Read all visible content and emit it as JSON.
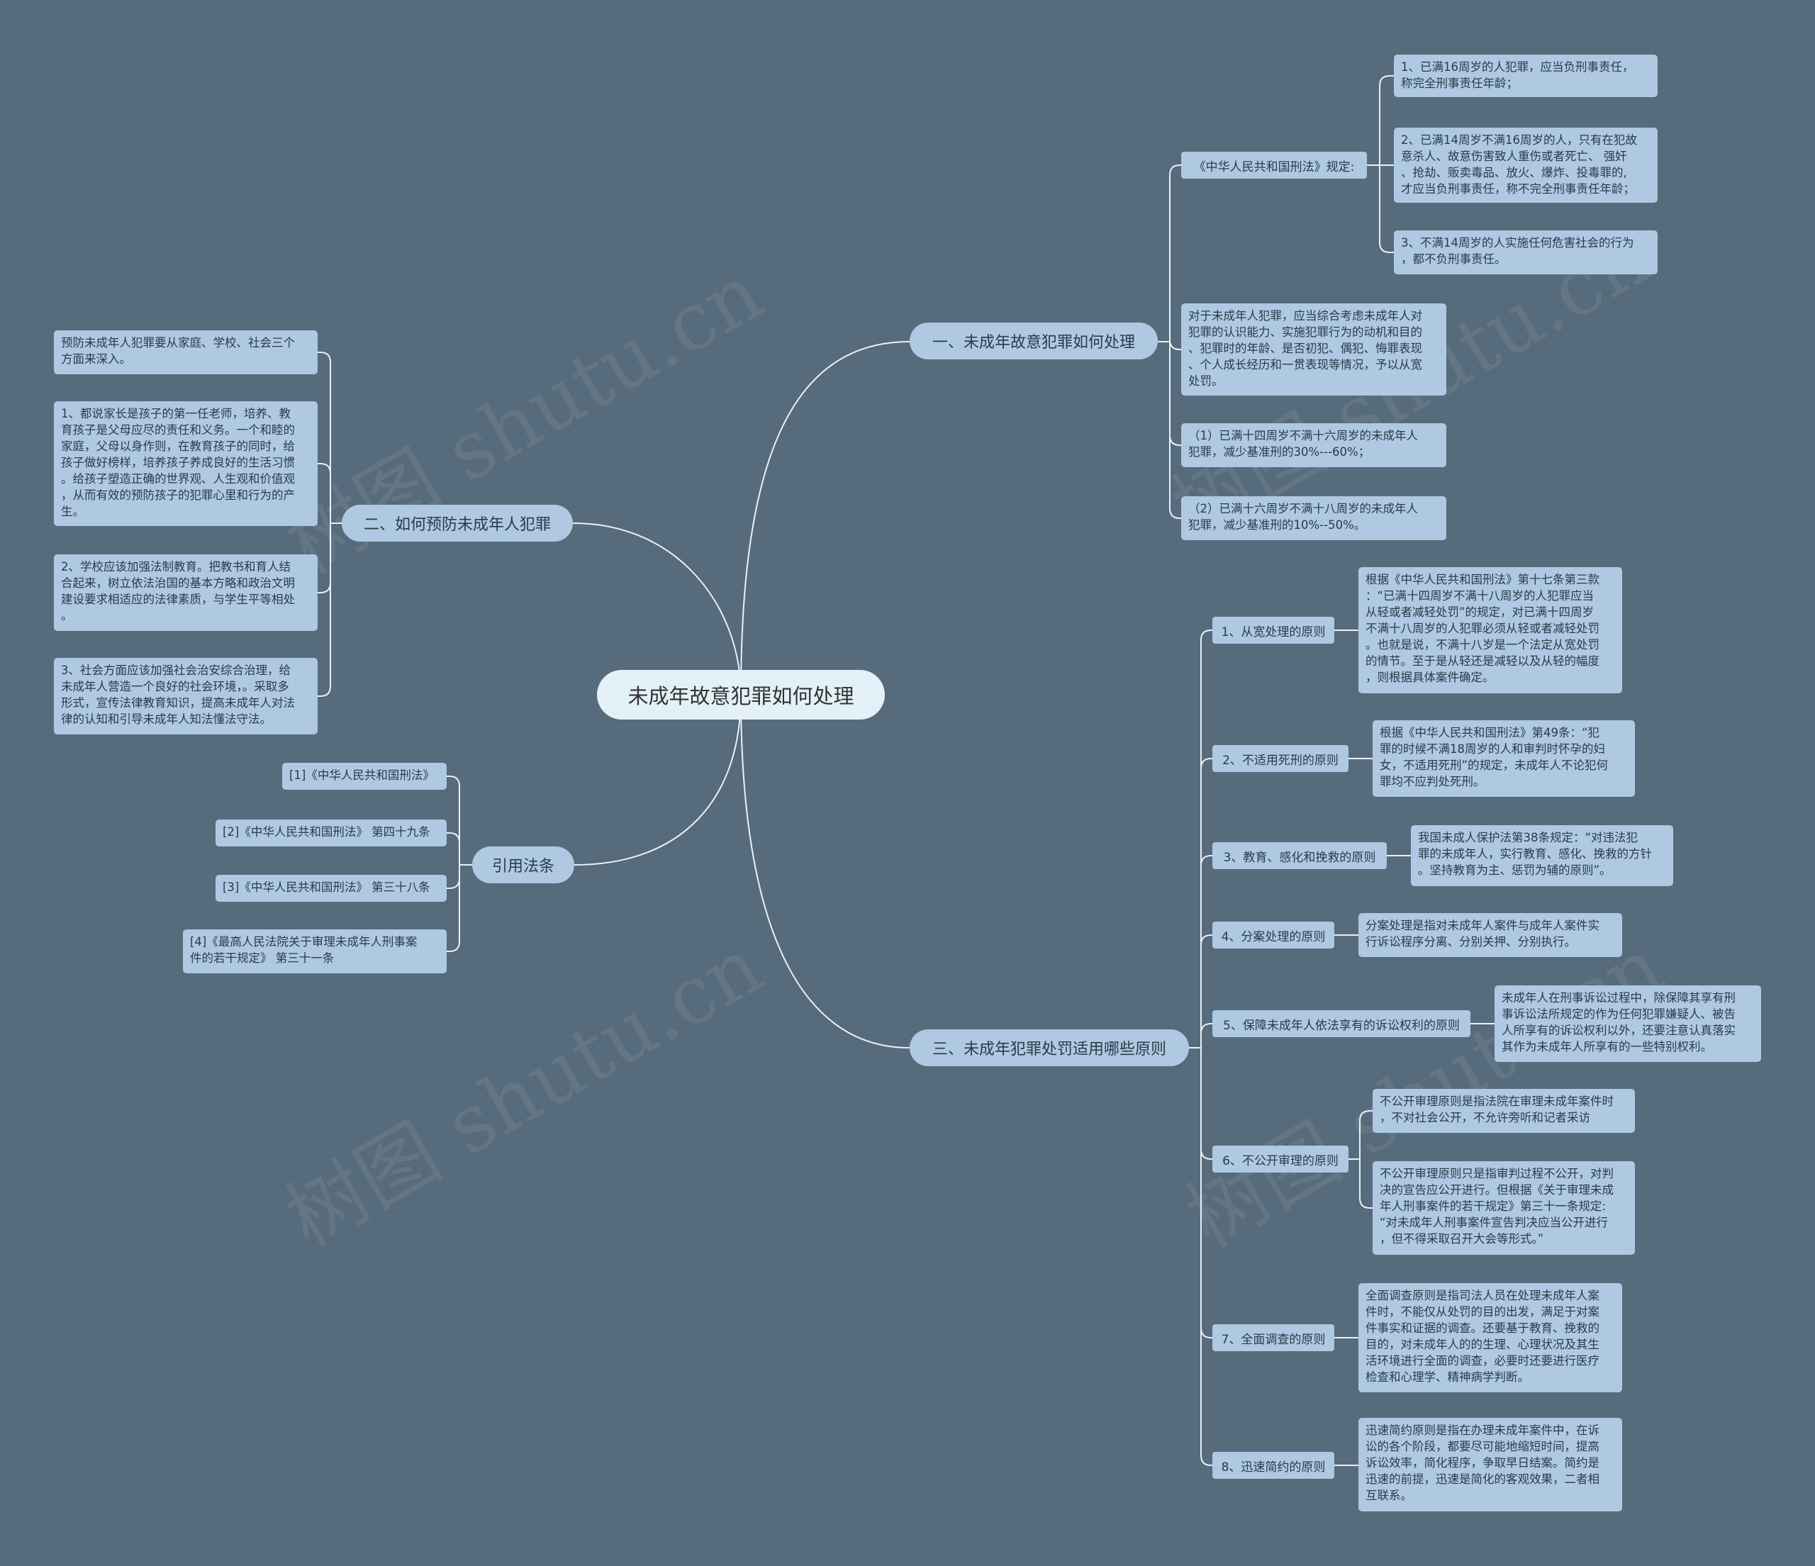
{
  "root": {
    "label": "未成年故意犯罪如何处理"
  },
  "watermark": "树图 shutu.cn",
  "branches": {
    "b1": {
      "label": "一、未成年故意犯罪如何处理",
      "law": {
        "label": "《中华人民共和国刑法》规定:",
        "leaves": [
          "1、已满16周岁的人犯罪，应当负刑事责任，\n称完全刑事责任年龄；",
          "2、已满14周岁不满16周岁的人，只有在犯故\n意杀人、故意伤害致人重伤或者死亡、 强奸\n、抢劫、贩卖毒品、放火、爆炸、投毒罪的,\n才应当负刑事责任，称不完全刑事责任年龄；",
          "3、不满14周岁的人实施任何危害社会的行为\n，都不负刑事责任。"
        ]
      },
      "leaves": [
        "对于未成年人犯罪，应当综合考虑未成年人对\n犯罪的认识能力、实施犯罪行为的动机和目的\n、犯罪时的年龄、是否初犯、偶犯、悔罪表现\n、个人成长经历和一贯表现等情况，予以从宽\n处罚。",
        "（1）已满十四周岁不满十六周岁的未成年人\n犯罪，减少基准刑的30%---60%；",
        "（2）已满十六周岁不满十八周岁的未成年人\n犯罪，减少基准刑的10%--50%。"
      ]
    },
    "b2": {
      "label": "二、如何预防未成年人犯罪",
      "leaves": [
        "预防未成年人犯罪要从家庭、学校、社会三个\n方面来深入。",
        "1、都说家长是孩子的第一任老师，培养、教\n育孩子是父母应尽的责任和义务。一个和睦的\n家庭，父母以身作则，在教育孩子的同时，给\n孩子做好榜样，培养孩子养成良好的生活习惯\n。给孩子塑造正确的世界观、人生观和价值观\n，从而有效的预防孩子的犯罪心里和行为的产\n生。",
        "2、学校应该加强法制教育。把教书和育人结\n合起来，树立依法治国的基本方略和政治文明\n建设要求相适应的法律素质，与学生平等相处\n。",
        "3、社会方面应该加强社会治安综合治理，给\n未成年人营造一个良好的社会环境，。采取多\n形式，宣传法律教育知识，提高未成年人对法\n律的认知和引导未成年人知法懂法守法。"
      ]
    },
    "b3": {
      "label": "引用法条",
      "leaves": [
        "[1]《中华人民共和国刑法》",
        "[2]《中华人民共和国刑法》 第四十九条",
        "[3]《中华人民共和国刑法》 第三十八条",
        "[4]《最高人民法院关于审理未成年人刑事案\n件的若干规定》 第三十一条"
      ]
    },
    "b4": {
      "label": "三、未成年犯罪处罚适用哪些原则",
      "principles": [
        {
          "label": "1、从宽处理的原则",
          "leaves": [
            "根据《中华人民共和国刑法》第十七条第三款\n：“已满十四周岁不满十八周岁的人犯罪应当\n从轻或者减轻处罚”的规定，对已满十四周岁\n不满十八周岁的人犯罪必须从轻或者减轻处罚\n。也就是说，不满十八岁是一个法定从宽处罚\n的情节。至于是从轻还是减轻以及从轻的幅度\n，则根据具体案件确定。"
          ]
        },
        {
          "label": "2、不适用死刑的原则",
          "leaves": [
            "根据《中华人民共和国刑法》第49条：“犯\n罪的时候不满18周岁的人和审判时怀孕的妇\n女，不适用死刑”的规定，未成年人不论犯何\n罪均不应判处死刑。"
          ]
        },
        {
          "label": "3、教育、感化和挽救的原则",
          "leaves": [
            "我国未成人保护法第38条规定：“对违法犯\n罪的未成年人，实行教育、感化、挽救的方针\n。坚持教育为主、惩罚为辅的原则”。"
          ]
        },
        {
          "label": "4、分案处理的原则",
          "leaves": [
            "分案处理是指对未成年人案件与成年人案件实\n行诉讼程序分离、分别关押、分别执行。"
          ]
        },
        {
          "label": "5、保障未成年人依法享有的诉讼权利的原则",
          "leaves": [
            "未成年人在刑事诉讼过程中，除保障其享有刑\n事诉讼法所规定的作为任何犯罪嫌疑人、被告\n人所享有的诉讼权利以外，还要注意认真落实\n其作为未成年人所享有的一些特别权利。"
          ]
        },
        {
          "label": "6、不公开审理的原则",
          "leaves": [
            "不公开审理原则是指法院在审理未成年案件时\n，不对社会公开，不允许旁听和记者采访",
            "不公开审理原则只是指审判过程不公开，对判\n决的宣告应公开进行。但根据《关于审理未成\n年人刑事案件的若干规定》第三十一条规定:\n“对未成年人刑事案件宣告判决应当公开进行\n，但不得采取召开大会等形式。”"
          ]
        },
        {
          "label": "7、全面调查的原则",
          "leaves": [
            "全面调查原则是指司法人员在处理未成年人案\n件时，不能仅从处罚的目的出发，满足于对案\n件事实和证据的调查。还要基于教育、挽救的\n目的，对未成年人的的生理、心理状况及其生\n活环境进行全面的调查，必要时还要进行医疗\n检查和心理学、精神病学判断。"
          ]
        },
        {
          "label": "8、迅速简约的原则",
          "leaves": [
            "迅速简约原则是指在办理未成年案件中，在诉\n讼的各个阶段，都要尽可能地缩短时间，提高\n诉讼效率，简化程序，争取早日结案。简约是\n迅速的前提，迅速是简化的客观效果，二者相\n互联系。"
          ]
        }
      ]
    }
  }
}
